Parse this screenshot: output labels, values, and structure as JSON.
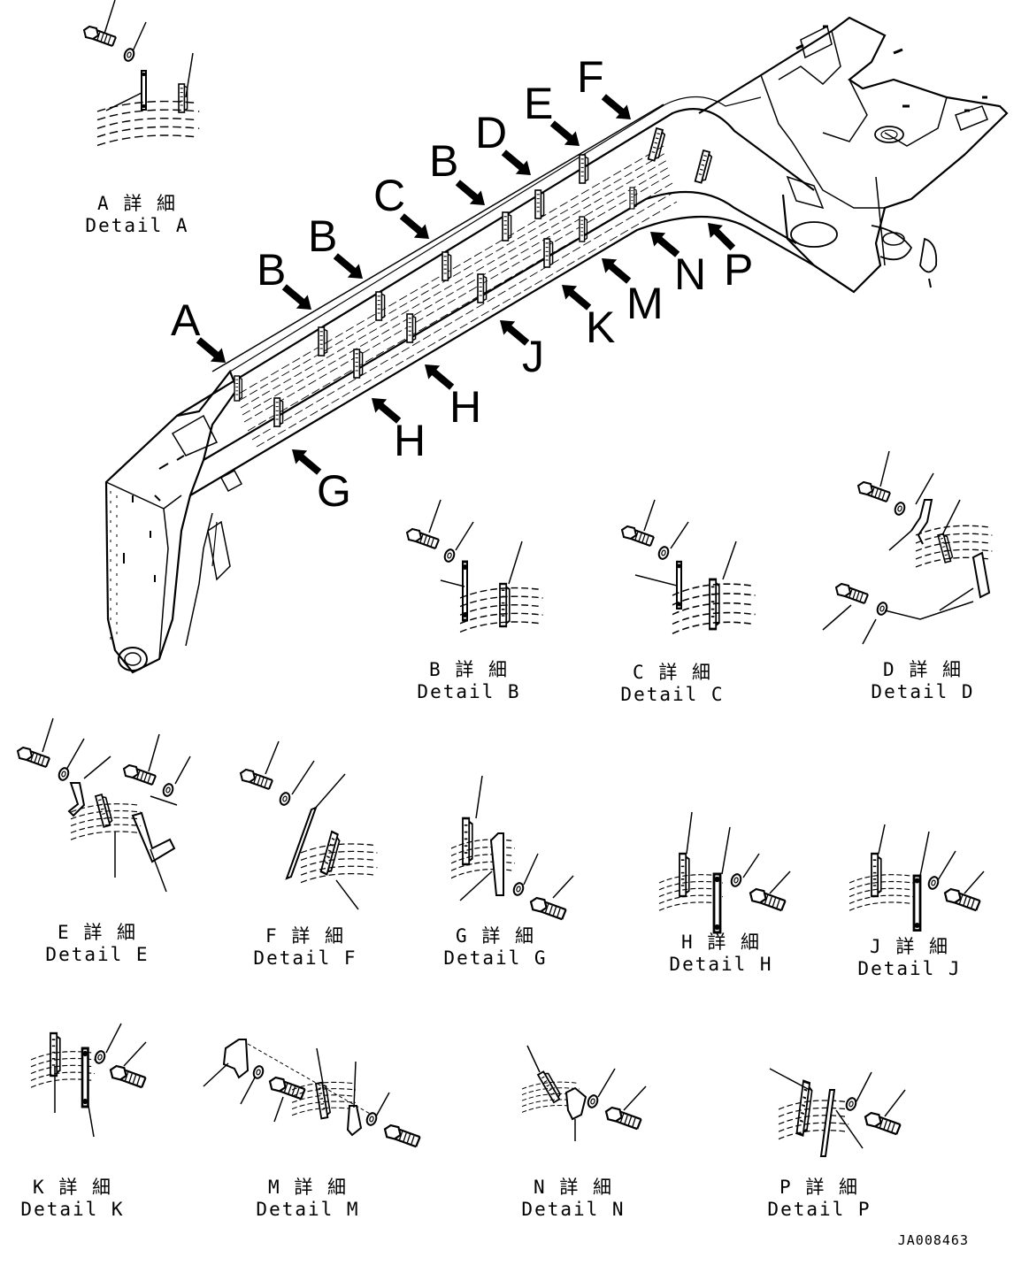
{
  "main_view": {
    "callouts": [
      "A",
      "B",
      "B",
      "C",
      "B",
      "D",
      "E",
      "F",
      "G",
      "H",
      "H",
      "J",
      "K",
      "M",
      "N",
      "P"
    ]
  },
  "details": [
    {
      "ja": "A 詳 細",
      "en": "Detail A"
    },
    {
      "ja": "B 詳 細",
      "en": "Detail B"
    },
    {
      "ja": "C 詳 細",
      "en": "Detail C"
    },
    {
      "ja": "D 詳 細",
      "en": "Detail D"
    },
    {
      "ja": "E 詳 細",
      "en": "Detail E"
    },
    {
      "ja": "F 詳 細",
      "en": "Detail F"
    },
    {
      "ja": "G 詳 細",
      "en": "Detail G"
    },
    {
      "ja": "H 詳 細",
      "en": "Detail H"
    },
    {
      "ja": "J 詳 細",
      "en": "Detail J"
    },
    {
      "ja": "K 詳 細",
      "en": "Detail K"
    },
    {
      "ja": "M 詳 細",
      "en": "Detail M"
    },
    {
      "ja": "N 詳 細",
      "en": "Detail N"
    },
    {
      "ja": "P 詳 細",
      "en": "Detail P"
    }
  ],
  "drawing_code": "JA008463"
}
